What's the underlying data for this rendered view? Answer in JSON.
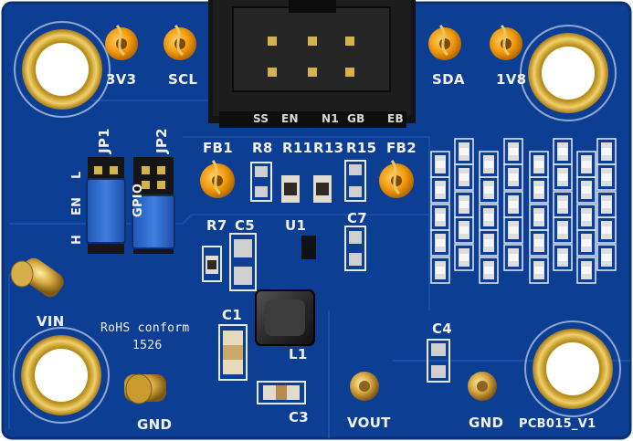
{
  "board": {
    "version_label": "PCB015_V1",
    "rohs_label": "RoHS conform",
    "date_code": "1526",
    "colors": {
      "board": "#0c3f93",
      "board_edge": "#0a3584",
      "silkscreen": "#f2f2f2",
      "gold": "#d8b13a",
      "test_point": "#f2a00f"
    }
  },
  "header": {
    "pin_labels_left": "SS",
    "pin_labels_right_a": "N1",
    "pin_labels_right_b": "EB",
    "pin_labels_mid": "EN",
    "pin_labels_mid2": "GB"
  },
  "test_points": {
    "v3v3": "3V3",
    "scl": "SCL",
    "sda": "SDA",
    "v1v8": "1V8",
    "fb1": "FB1",
    "fb2": "FB2",
    "vin": "VIN",
    "gnd_left": "GND",
    "vout": "VOUT",
    "gnd_right": "GND"
  },
  "jumpers": {
    "jp1": "JP1",
    "jp2": "JP2",
    "gpio": "GPIO",
    "en": "EN",
    "l_label": "L",
    "h_label": "H"
  },
  "components": {
    "r8": "R8",
    "r11": "R11",
    "r13": "R13",
    "r15": "R15",
    "r7": "R7",
    "c5": "C5",
    "u1": "U1",
    "c7": "C7",
    "c1": "C1",
    "l1": "L1",
    "c3": "C3",
    "c4": "C4"
  }
}
